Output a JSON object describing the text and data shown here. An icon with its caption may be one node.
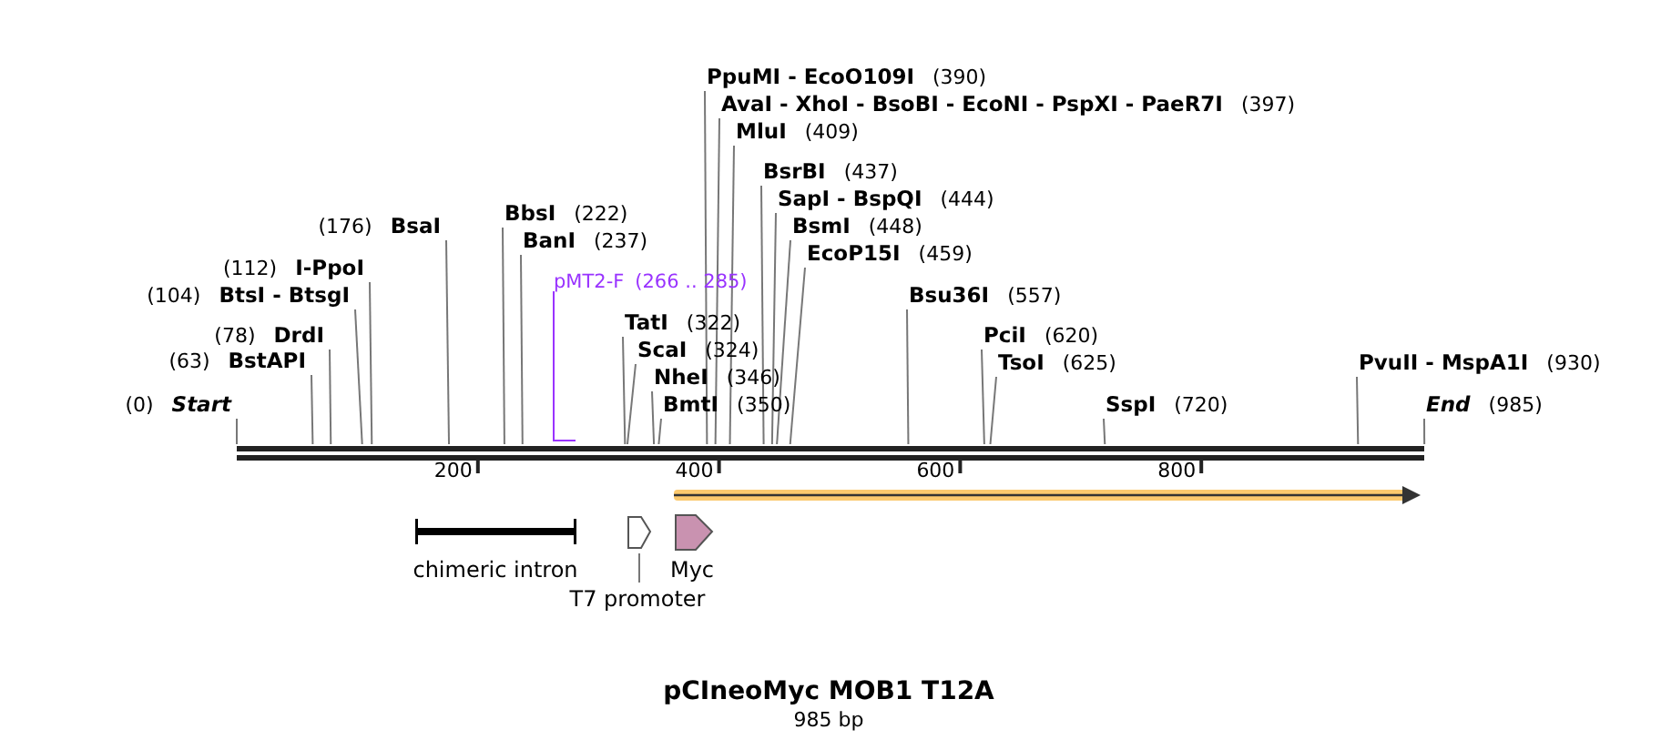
{
  "diagram": {
    "title": "pCIneoMyc MOB1 T12A",
    "caption": "985 bp",
    "nodes": [
      {
        "text": [],
        "shape": "bar"
      },
      {
        "text": [
          "(0)",
          "Start"
        ]
      },
      {
        "text": [
          "(63)",
          "BstAPI"
        ]
      },
      {
        "text": [
          "(78)",
          "DrdI"
        ]
      },
      {
        "text": [
          "(104)",
          "BtsI - BtsgI"
        ]
      },
      {
        "text": [
          "(112)",
          "I-PpoI"
        ]
      },
      {
        "text": [
          "(176)",
          "BsaI"
        ]
      },
      {
        "text": [
          "BbsI",
          "(222)"
        ]
      },
      {
        "text": [
          "BanI",
          "(237)"
        ]
      },
      {
        "text": [
          "pMT2-F",
          "(266 .. 285)"
        ]
      },
      {
        "text": [
          "TatI",
          "(322)"
        ]
      },
      {
        "text": [
          "ScaI",
          "(324)"
        ]
      },
      {
        "text": [
          "NheI",
          "(346)"
        ]
      },
      {
        "text": [
          "BmtI",
          "(350)"
        ]
      },
      {
        "text": [
          "PpuMI - EcoO109I",
          "(390)"
        ]
      },
      {
        "text": [
          "AvaI - XhoI - BsoBI - EcoNI - PspXI - PaeR7I",
          "(397)"
        ]
      },
      {
        "text": [
          "MluI",
          "(409)"
        ]
      },
      {
        "text": [
          "BsrBI",
          "(437)"
        ]
      },
      {
        "text": [
          "SapI - BspQI",
          "(444)"
        ]
      },
      {
        "text": [
          "BsmI",
          "(448)"
        ]
      },
      {
        "text": [
          "EcoP15I",
          "(459)"
        ]
      },
      {
        "text": [
          "Bsu36I",
          "(557)"
        ]
      },
      {
        "text": [
          "PciI",
          "(620)"
        ]
      },
      {
        "text": [
          "TsoI",
          "(625)"
        ]
      },
      {
        "text": [
          "SspI",
          "(720)"
        ]
      },
      {
        "text": [
          "PvuII - MspA1I",
          "(930)"
        ]
      },
      {
        "text": [
          "End",
          "(985)"
        ]
      },
      {
        "text": [],
        "shape": "arrow"
      },
      {
        "text": [
          "chimeric intron"
        ]
      },
      {
        "text": [],
        "shape": "arrow"
      },
      {
        "text": [
          "T7 promoter"
        ]
      },
      {
        "text": [
          "Myc"
        ]
      }
    ],
    "edges": [
      {
        "from": 1,
        "to": 0,
        "arrow": "none"
      },
      {
        "from": 2,
        "to": 0,
        "arrow": "none"
      },
      {
        "from": 3,
        "to": 0,
        "arrow": "none"
      },
      {
        "from": 4,
        "to": 0,
        "arrow": "none"
      },
      {
        "from": 5,
        "to": 0,
        "arrow": "none"
      },
      {
        "from": 6,
        "to": 0,
        "arrow": "none"
      },
      {
        "from": 7,
        "to": 0,
        "arrow": "none"
      },
      {
        "from": 8,
        "to": 0,
        "arrow": "none"
      },
      {
        "from": 9,
        "to": 0,
        "arrow": "none",
        "color": "#9933ff"
      },
      {
        "from": 10,
        "to": 0,
        "arrow": "none"
      },
      {
        "from": 11,
        "to": 0,
        "arrow": "none"
      },
      {
        "from": 12,
        "to": 0,
        "arrow": "none"
      },
      {
        "from": 13,
        "to": 0,
        "arrow": "none"
      },
      {
        "from": 14,
        "to": 0,
        "arrow": "none"
      },
      {
        "from": 15,
        "to": 0,
        "arrow": "none"
      },
      {
        "from": 16,
        "to": 0,
        "arrow": "none"
      },
      {
        "from": 17,
        "to": 0,
        "arrow": "none"
      },
      {
        "from": 18,
        "to": 0,
        "arrow": "none"
      },
      {
        "from": 19,
        "to": 0,
        "arrow": "none"
      },
      {
        "from": 20,
        "to": 0,
        "arrow": "none"
      },
      {
        "from": 21,
        "to": 0,
        "arrow": "none"
      },
      {
        "from": 22,
        "to": 0,
        "arrow": "none"
      },
      {
        "from": 23,
        "to": 0,
        "arrow": "none"
      },
      {
        "from": 24,
        "to": 0,
        "arrow": "none"
      },
      {
        "from": 25,
        "to": 0,
        "arrow": "none"
      },
      {
        "from": 26,
        "to": 0,
        "arrow": "none"
      },
      {
        "from": 30,
        "to": 29,
        "arrow": "none"
      }
    ],
    "labels": [
      "200",
      "400",
      "600",
      "800"
    ]
  }
}
